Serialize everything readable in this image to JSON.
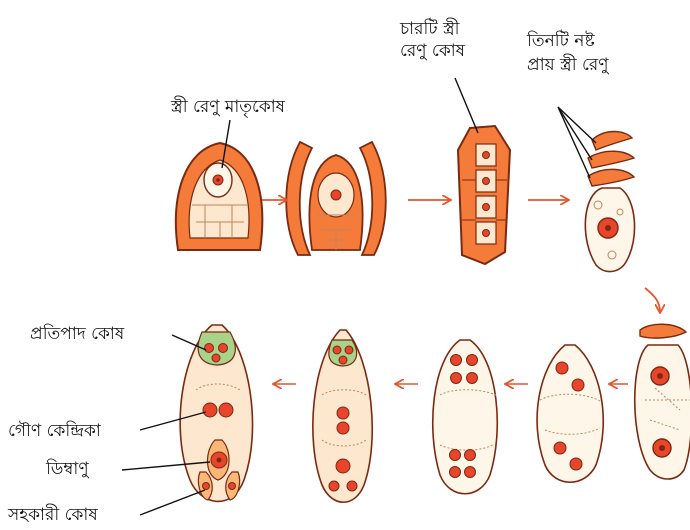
{
  "labels": {
    "megaspore_mother_cell": "স্ত্রী রেণু মাতৃকোষ",
    "four_megaspores_line1": "চারটি স্ত্রী",
    "four_megaspores_line2": "রেণু কোষ",
    "three_degenerate_line1": "তিনটি নষ্ট",
    "three_degenerate_line2": "প্রায় স্ত্রী রেণু",
    "antipodal_cells": "প্রতিপাদ কোষ",
    "polar_nuclei": "গৌণ কেন্দ্রিকা",
    "egg_cell": "ডিম্বাণু",
    "synergids": "সহকারী কোষ"
  },
  "colors": {
    "tissue_fill": "#f47b3a",
    "tissue_light": "#fde7cf",
    "cell_fill": "#fff6ea",
    "outline": "#7a2a10",
    "nucleus": "#e8452c",
    "arrow": "#e4572e",
    "antipodal_green": "#a9d38a"
  }
}
